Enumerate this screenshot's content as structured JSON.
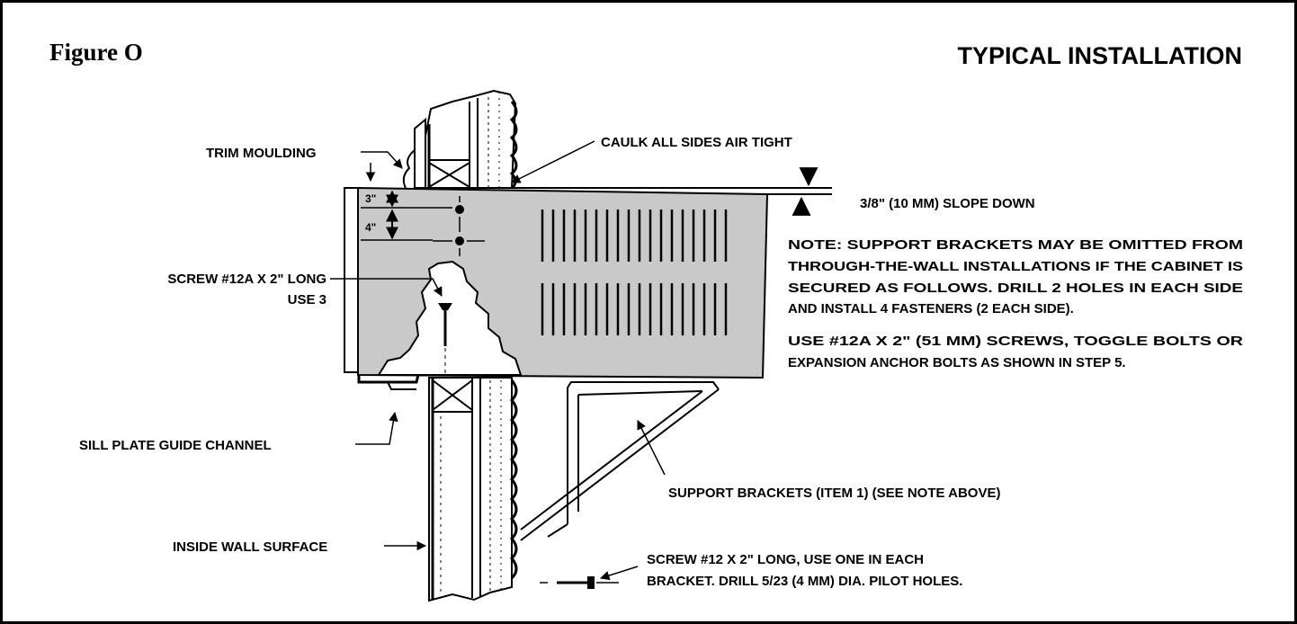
{
  "figure_label": "Figure  O",
  "title": "TYPICAL INSTALLATION",
  "labels": {
    "trim_moulding": "TRIM  MOULDING",
    "caulk": "CAULK ALL SIDES AIR TIGHT",
    "slope": "3/8\" (10 MM) SLOPE DOWN",
    "screw_12a_line1": "SCREW #12A X 2\" LONG",
    "screw_12a_line2": "USE 3",
    "sill_plate": "SILL PLATE GUIDE CHANNEL",
    "support_brackets": "SUPPORT BRACKETS (ITEM 1) (SEE NOTE ABOVE)",
    "inside_wall": "INSIDE WALL SURFACE",
    "screw_12_line1": "SCREW #12 X 2\" LONG, USE ONE IN EACH",
    "screw_12_line2": "BRACKET.  DRILL 5/23 (4 MM) DIA. PILOT HOLES."
  },
  "dimensions": {
    "top": "3\"",
    "second": "4\""
  },
  "note": {
    "line1": "NOTE:  SUPPORT BRACKETS MAY BE OMITTED FROM",
    "line2": "THROUGH-THE-WALL INSTALLATIONS IF THE CABINET IS",
    "line3": "SECURED AS FOLLOWS.  DRILL 2 HOLES IN EACH SIDE",
    "line4": "AND INSTALL 4  FASTENERS (2 EACH SIDE).",
    "line5": "USE #12A X 2\" (51 MM) SCREWS, TOGGLE BOLTS OR",
    "line6": "EXPANSION ANCHOR BOLTS AS SHOWN IN STEP 5."
  }
}
